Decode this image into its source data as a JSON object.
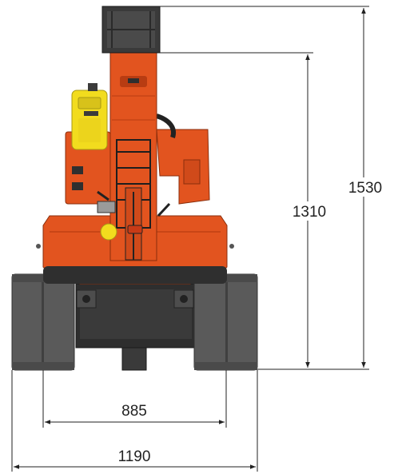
{
  "dimensions": {
    "total_height": "1530",
    "arm_height": "1310",
    "track_gauge": "885",
    "overall_width": "1190"
  },
  "colors": {
    "body": "#e2541f",
    "body_dark": "#b83c12",
    "track": "#5a5a5a",
    "track_dark": "#3e3e3e",
    "tank": "#f2dc1e",
    "steel": "#4a4a4a",
    "dim_line": "#222222"
  }
}
